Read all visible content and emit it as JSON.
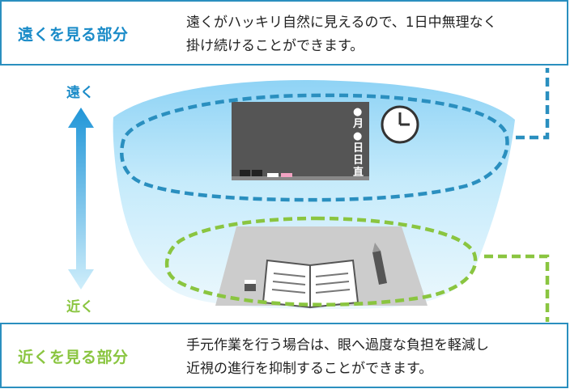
{
  "far_section": {
    "title": "遠くを見る部分",
    "desc_line1": "遠くがハッキリ自然に見えるので、1日中無理なく",
    "desc_line2": "掛け続けることができます。"
  },
  "near_section": {
    "title": "近くを見る部分",
    "desc_line1": "手元作業を行う場合は、眼へ過度な負担を軽減し",
    "desc_line2": "近視の進行を抑制することができます。"
  },
  "arrow": {
    "far_label": "遠く",
    "near_label": "近く"
  },
  "blackboard": {
    "duty_text": "●月●日日直"
  },
  "colors": {
    "far_accent": "#1a8bc8",
    "near_accent": "#8ac540",
    "border": "#2a8fbf",
    "lens_top": "#9bd9f7",
    "lens_bottom": "#e9f7fd",
    "board": "#555555"
  },
  "icons": [
    "clock-icon",
    "blackboard-icon",
    "notebook-icon",
    "pencil-icon",
    "eraser-icon",
    "up-down-arrow-icon"
  ]
}
